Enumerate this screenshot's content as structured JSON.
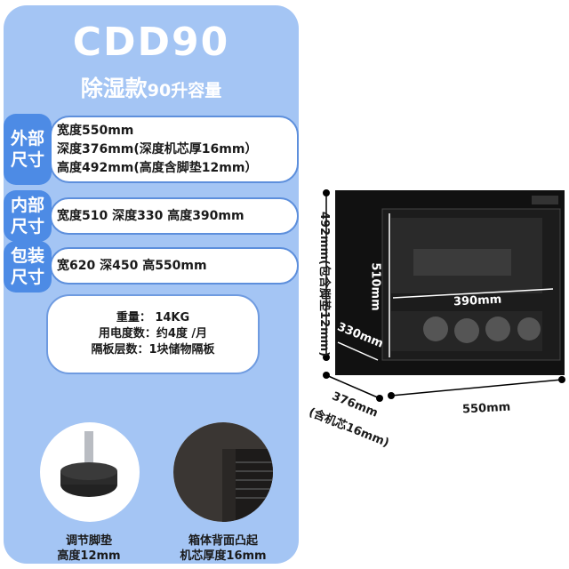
{
  "header": {
    "model": "CDD90",
    "subtitle_main": "除湿款",
    "subtitle_capacity": "90升容量"
  },
  "specs": [
    {
      "label_line1": "外部",
      "label_line2": "尺寸",
      "lines": [
        "宽度550mm",
        "深度376mm(深度机芯厚16mm）",
        "高度492mm(高度含脚垫12mm）"
      ]
    },
    {
      "label_line1": "内部",
      "label_line2": "尺寸",
      "lines": [
        "宽度510 深度330 高度390mm"
      ]
    },
    {
      "label_line1": "包装",
      "label_line2": "尺寸",
      "lines": [
        "宽620 深450 高550mm"
      ]
    }
  ],
  "info": [
    "重量：  14KG",
    "用电度数：约4度 /月",
    "隔板层数：1块储物隔板"
  ],
  "features": [
    {
      "caption_line1": "调节脚垫",
      "caption_line2": "高度12mm"
    },
    {
      "caption_line1": "箱体背面凸起",
      "caption_line2": "机芯厚度16mm"
    }
  ],
  "dimensions": {
    "height_outer": "492mm(包含脚垫12mm)",
    "height_inner": "510mm",
    "shelf_width": "390mm",
    "depth_inner": "330mm",
    "depth_outer": "376mm",
    "depth_note": "(含机芯16mm)",
    "width_outer": "550mm"
  },
  "colors": {
    "panel": "#a4c5f4",
    "tag": "#4d8be5"
  }
}
